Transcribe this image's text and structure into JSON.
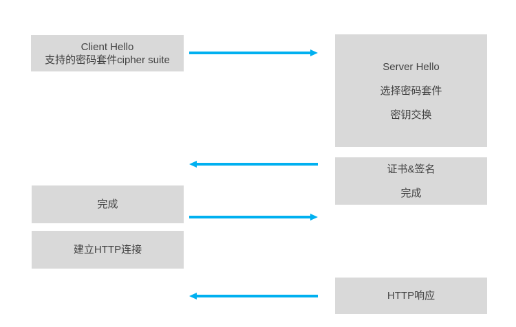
{
  "colors": {
    "box_fill": "#d9d9d9",
    "box_text": "#404040",
    "arrow": "#00b0f0",
    "background": "#ffffff"
  },
  "boxes": [
    {
      "id": "client-hello",
      "side": "left",
      "lines": [
        "Client Hello",
        "支持的密码套件cipher suite"
      ]
    },
    {
      "id": "server-hello",
      "side": "right",
      "lines": [
        "Server Hello",
        "选择密码套件",
        "密钥交换"
      ]
    },
    {
      "id": "cert-sign",
      "side": "right",
      "lines": [
        "证书&签名",
        "完成"
      ]
    },
    {
      "id": "finished",
      "side": "left",
      "lines": [
        "完成"
      ]
    },
    {
      "id": "http-connect",
      "side": "left",
      "lines": [
        "建立HTTP连接"
      ]
    },
    {
      "id": "http-response",
      "side": "right",
      "lines": [
        "HTTP响应"
      ]
    }
  ],
  "arrows": [
    {
      "direction": "right",
      "from": "client-hello",
      "to": "server-hello"
    },
    {
      "direction": "left",
      "from": "cert-sign",
      "to": "finished"
    },
    {
      "direction": "right",
      "from": "finished",
      "to": "cert-sign"
    },
    {
      "direction": "left",
      "from": "http-response",
      "to": "http-connect"
    }
  ]
}
